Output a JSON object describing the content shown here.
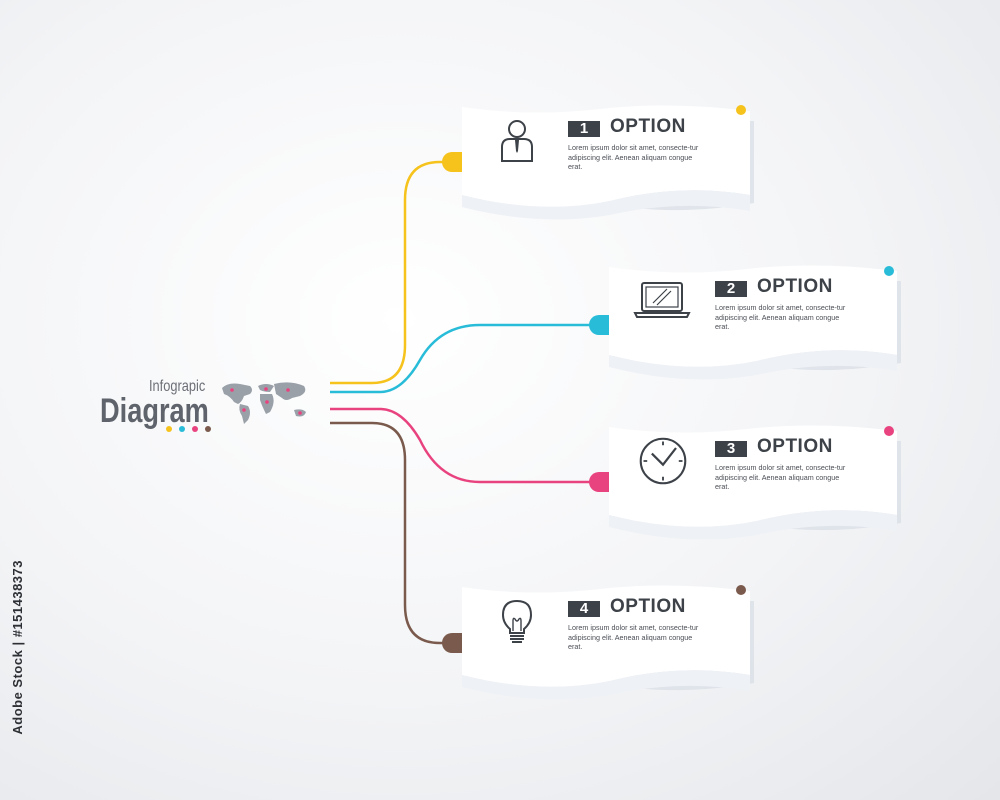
{
  "title": {
    "small": "Infograpic",
    "big": "Diagram",
    "dot_colors": [
      "#f6c21c",
      "#29bcd8",
      "#e9437f",
      "#7a5a4c"
    ]
  },
  "options": [
    {
      "number": "1",
      "label": "OPTION",
      "color": "#f6c21c",
      "icon": "person-icon",
      "text": "Lorem ipsum dolor sit amet, consecte-tur adipiscing elit. Aenean aliquam congue erat."
    },
    {
      "number": "2",
      "label": "OPTION",
      "color": "#29bcd8",
      "icon": "laptop-icon",
      "text": "Lorem ipsum dolor sit amet, consecte-tur adipiscing elit. Aenean aliquam congue erat."
    },
    {
      "number": "3",
      "label": "OPTION",
      "color": "#e9437f",
      "icon": "clock-icon",
      "text": "Lorem ipsum dolor sit amet, consecte-tur adipiscing elit. Aenean aliquam congue erat."
    },
    {
      "number": "4",
      "label": "OPTION",
      "color": "#7a5a4c",
      "icon": "lightbulb-icon",
      "text": "Lorem ipsum dolor sit amet, consecte-tur adipiscing elit. Aenean aliquam congue erat."
    }
  ],
  "watermark": "Adobe Stock | #151438373"
}
